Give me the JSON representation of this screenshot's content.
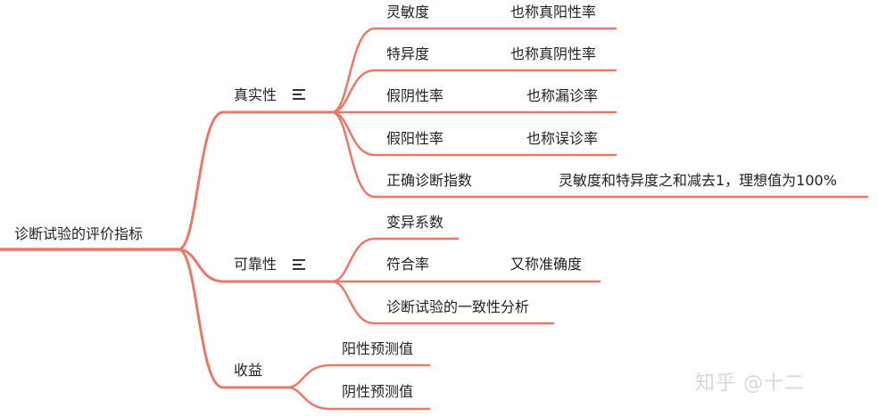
{
  "root": {
    "label": "诊断试验的评价指标"
  },
  "branches": [
    {
      "label": "真实性",
      "has_note": true,
      "children": [
        {
          "label": "灵敏度",
          "note": "也称真阳性率"
        },
        {
          "label": "特异度",
          "note": "也称真阴性率"
        },
        {
          "label": "假阴性率",
          "note": "也称漏诊率"
        },
        {
          "label": "假阳性率",
          "note": "也称误诊率"
        },
        {
          "label": "正确诊断指数",
          "note": "灵敏度和特异度之和减去1，理想值为100%"
        }
      ]
    },
    {
      "label": "可靠性",
      "has_note": true,
      "children": [
        {
          "label": "变异系数",
          "note": ""
        },
        {
          "label": "符合率",
          "note": "又称准确度"
        },
        {
          "label": "诊断试验的一致性分析",
          "note": ""
        }
      ]
    },
    {
      "label": "收益",
      "has_note": false,
      "children": [
        {
          "label": "阳性预测值",
          "note": ""
        },
        {
          "label": "阴性预测值",
          "note": ""
        }
      ]
    }
  ],
  "watermark": "知乎 @十二",
  "colors": {
    "line": "#E8796A",
    "text": "#222222",
    "watermark": "#d8d8d8"
  }
}
